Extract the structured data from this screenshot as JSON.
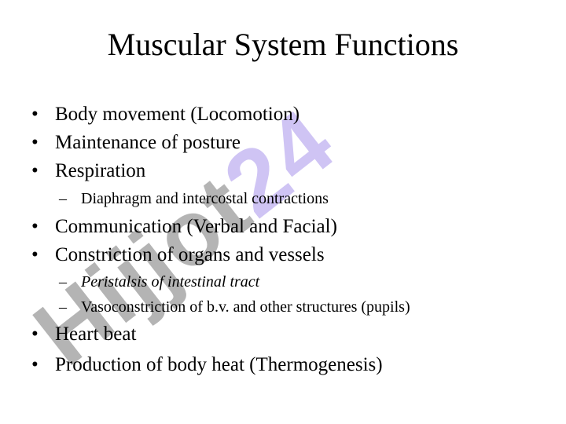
{
  "slide": {
    "title": "Muscular System Functions",
    "bullets": [
      {
        "level": 1,
        "marker": "•",
        "text": "Body movement (Locomotion)"
      },
      {
        "level": 1,
        "marker": "•",
        "text": "Maintenance of posture"
      },
      {
        "level": 1,
        "marker": "•",
        "text": "Respiration"
      },
      {
        "level": 2,
        "marker": "–",
        "text": "Diaphragm and intercostal contractions"
      },
      {
        "level": 1,
        "marker": "•",
        "text": "Communication (Verbal and Facial)"
      },
      {
        "level": 1,
        "marker": "•",
        "text": "Constriction of organs and vessels"
      },
      {
        "level": 2,
        "marker": "–",
        "text": "Peristalsis of intestinal tract"
      },
      {
        "level": 2,
        "marker": "–",
        "text": "Vasoconstriction of b.v. and other structures (pupils)"
      },
      {
        "level": 1,
        "marker": "•",
        "text": "Heart beat"
      },
      {
        "level": 1,
        "marker": "•",
        "text": "Production of body heat (Thermogenesis)"
      }
    ]
  },
  "watermark": {
    "part1": "Hijjot",
    "part2": "24",
    "color1": "#b4b4b4",
    "color2": "#cfc4f4"
  }
}
